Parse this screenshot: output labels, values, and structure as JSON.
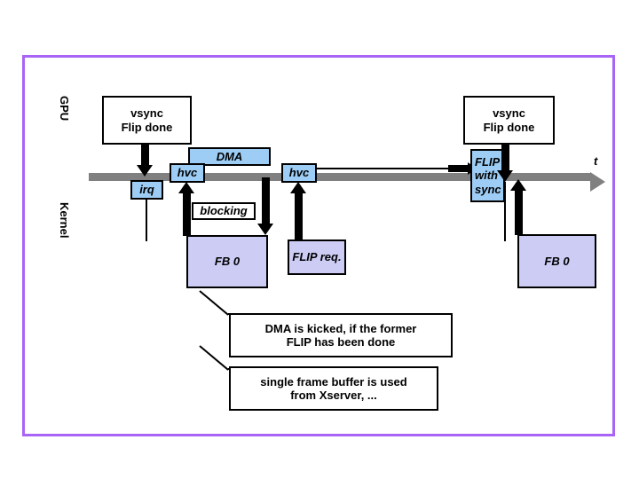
{
  "diagram": {
    "title": "GPU / Kernel vsync FLIP timing diagram",
    "frame_color": "#a764f5",
    "axis_color": "#808080",
    "blue_fill": "#9dcdf5",
    "lavender_fill": "#ccccf5"
  },
  "lanes": [
    {
      "id": "gpu",
      "label": "GPU"
    },
    {
      "id": "kernel",
      "label": "Kernel"
    }
  ],
  "axis": {
    "label": "t"
  },
  "gpu_events": [
    {
      "id": "vsync-left",
      "line1": "vsync",
      "line2": "Flip done"
    },
    {
      "id": "vsync-right",
      "line1": "vsync",
      "line2": "Flip done"
    }
  ],
  "blocks": {
    "irq": {
      "label": "irq"
    },
    "hvc_first": {
      "label": "hvc"
    },
    "hvc_second": {
      "label": "hvc"
    },
    "dma": {
      "label": "DMA"
    },
    "flip_with_sync": {
      "line1": "FLIP",
      "line2": "with",
      "line3": "sync"
    },
    "blocking": {
      "label": "blocking"
    },
    "fb0_left": {
      "label": "FB 0"
    },
    "fb0_right": {
      "label": "FB 0"
    },
    "flip_req": {
      "label": "FLIP req."
    }
  },
  "callouts": [
    {
      "id": "callout-dma",
      "line1": "DMA is kicked, if the former",
      "line2": "FLIP has been done"
    },
    {
      "id": "callout-fb",
      "line1": "single frame buffer is used",
      "line2": "from Xserver, ..."
    }
  ]
}
